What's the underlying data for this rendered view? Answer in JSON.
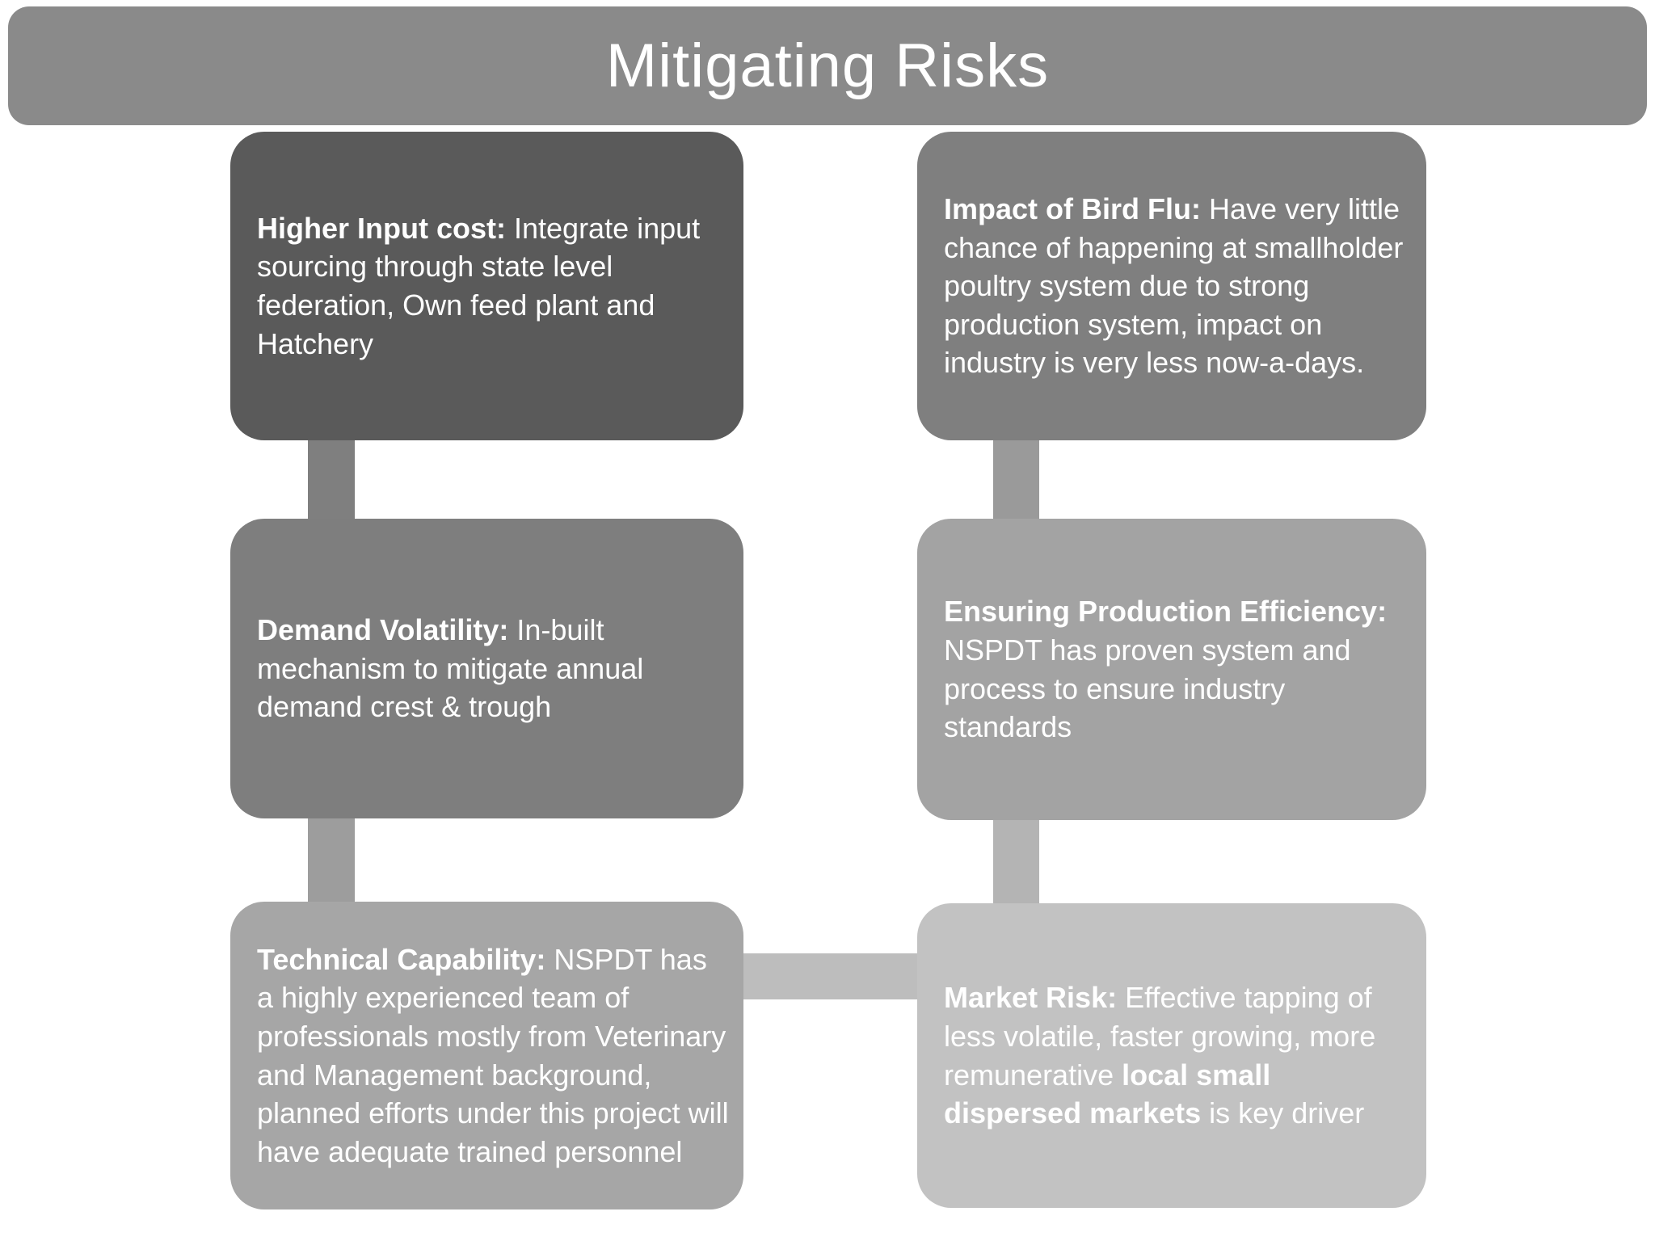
{
  "title": "Mitigating Risks",
  "colors": {
    "background": "#FFFFFF",
    "text": "#FFFFFF",
    "title_bar": "#8A8A8A",
    "box_higher_input_cost": "#5A5A5A",
    "box_impact_of_bird_flu": "#7F7F7F",
    "box_demand_volatility": "#7E7E7E",
    "box_ensuring_production_efficiency": "#A3A3A3",
    "box_technical_capability": "#A6A6A6",
    "box_market_risk": "#C2C2C2",
    "connector_left_top": "#7F7F7F",
    "connector_left_bottom": "#9D9D9D",
    "connector_right_top": "#9A9A9A",
    "connector_right_bottom": "#B4B4B4",
    "connector_horizontal": "#BDBDBD"
  },
  "boxes": [
    {
      "id": "higher-input-cost",
      "title": "Higher Input cost:",
      "text1": " Integrate input sourcing through state level federation, Own feed plant and Hatchery",
      "bold2": "",
      "text2": "",
      "bg": "#5A5A5A"
    },
    {
      "id": "impact-of-bird-flu",
      "title": "Impact of Bird Flu:",
      "text1": " Have very little chance of happening at smallholder poultry system due to strong production system, impact on industry is very less now-a-days.",
      "bold2": "",
      "text2": "",
      "bg": "#7F7F7F"
    },
    {
      "id": "demand-volatility",
      "title": "Demand Volatility:",
      "text1": " In-built mechanism to mitigate annual demand crest & trough",
      "bold2": "",
      "text2": "",
      "bg": "#7E7E7E"
    },
    {
      "id": "ensuring-production-efficiency",
      "title": "Ensuring Production Efficiency:",
      "text1": " NSPDT has proven system and process to ensure industry standards",
      "bold2": "",
      "text2": "",
      "bg": "#A3A3A3"
    },
    {
      "id": "technical-capability",
      "title": "Technical Capability:",
      "text1": " NSPDT has a highly experienced team of professionals mostly from Veterinary and Management background, planned efforts under this project will have adequate trained personnel",
      "bold2": "",
      "text2": "",
      "bg": "#A6A6A6"
    },
    {
      "id": "market-risk",
      "title": "Market Risk:",
      "text1": " Effective tapping of less volatile, faster growing, more remunerative ",
      "bold2": "local small dispersed markets",
      "text2": " is key driver",
      "bg": "#C2C2C2"
    }
  ]
}
